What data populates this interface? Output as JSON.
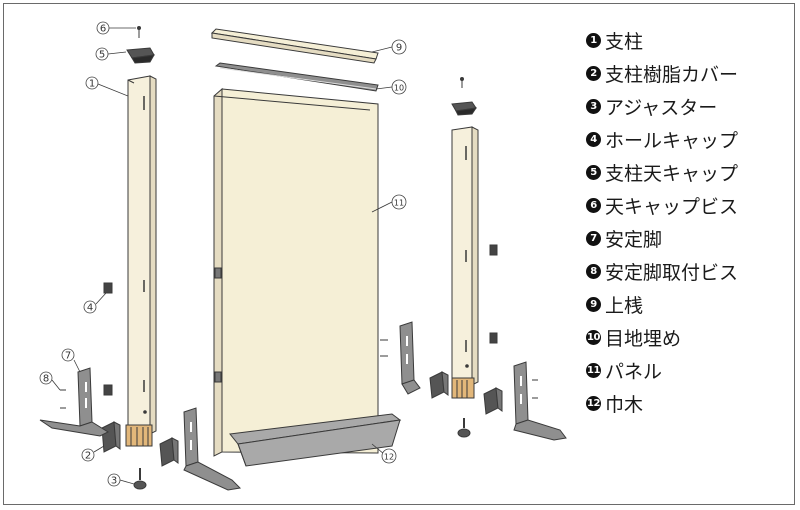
{
  "legend": [
    {
      "num": "1",
      "label": "支柱"
    },
    {
      "num": "2",
      "label": "支柱樹脂カバー"
    },
    {
      "num": "3",
      "label": "アジャスター"
    },
    {
      "num": "4",
      "label": "ホールキャップ"
    },
    {
      "num": "5",
      "label": "支柱天キャップ"
    },
    {
      "num": "6",
      "label": "天キャップビス"
    },
    {
      "num": "7",
      "label": "安定脚"
    },
    {
      "num": "8",
      "label": "安定脚取付ビス"
    },
    {
      "num": "9",
      "label": "上桟"
    },
    {
      "num": "10",
      "label": "目地埋め"
    },
    {
      "num": "11",
      "label": "パネル"
    },
    {
      "num": "12",
      "label": "巾木"
    }
  ],
  "callouts": {
    "c1": "1",
    "c2": "2",
    "c3": "3",
    "c4": "4",
    "c5": "5",
    "c6": "6",
    "c7": "7",
    "c8": "8",
    "c9": "9",
    "c10": "10",
    "c11": "11",
    "c12": "12"
  },
  "colors": {
    "post": "#f6f0dc",
    "panel": "#f5efd6",
    "metal": "#8f8f8f",
    "plinth": "#a9a9a9",
    "outline": "#3a3a3a",
    "adjuster_base": "#e2b77a"
  }
}
